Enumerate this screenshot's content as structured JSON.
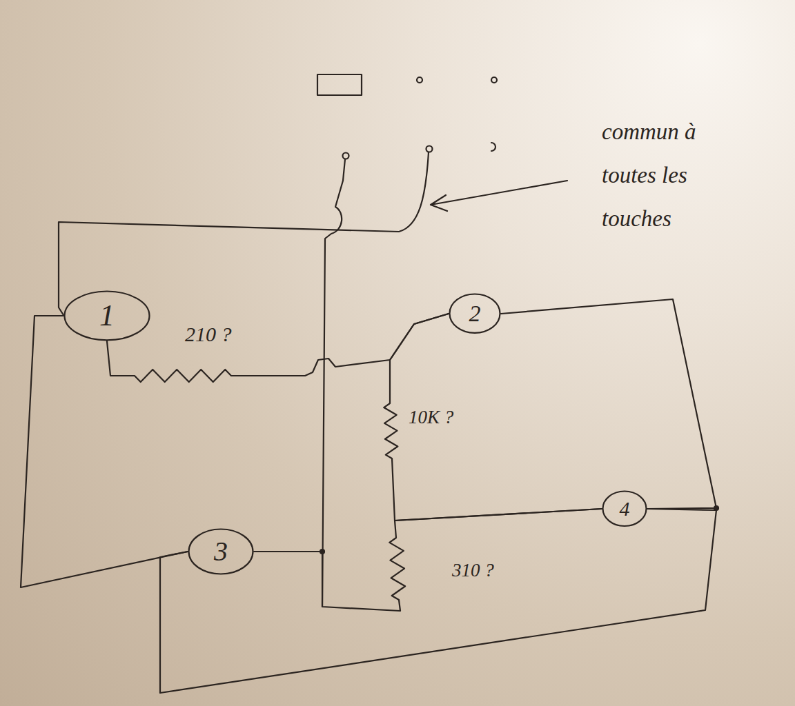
{
  "diagram": {
    "nodes": [
      {
        "text": [
          "1"
        ]
      },
      {
        "text": [
          "2"
        ]
      },
      {
        "text": [
          "3"
        ]
      },
      {
        "text": [
          "4"
        ]
      }
    ],
    "edges": [
      {
        "from": 0,
        "to": 2,
        "arrow": "none"
      },
      {
        "from": 1,
        "to": 3,
        "arrow": "none"
      },
      {
        "from": 3,
        "to": 2,
        "arrow": "none"
      },
      {
        "from": 0,
        "to": 1,
        "arrow": "none",
        "label": "210 ?"
      },
      {
        "from": 1,
        "to": 3,
        "arrow": "none",
        "label": "10K ?"
      },
      {
        "from": 3,
        "to": 2,
        "arrow": "none",
        "label": "310 ?"
      }
    ],
    "labels": [
      "commun à toutes les touches"
    ]
  }
}
